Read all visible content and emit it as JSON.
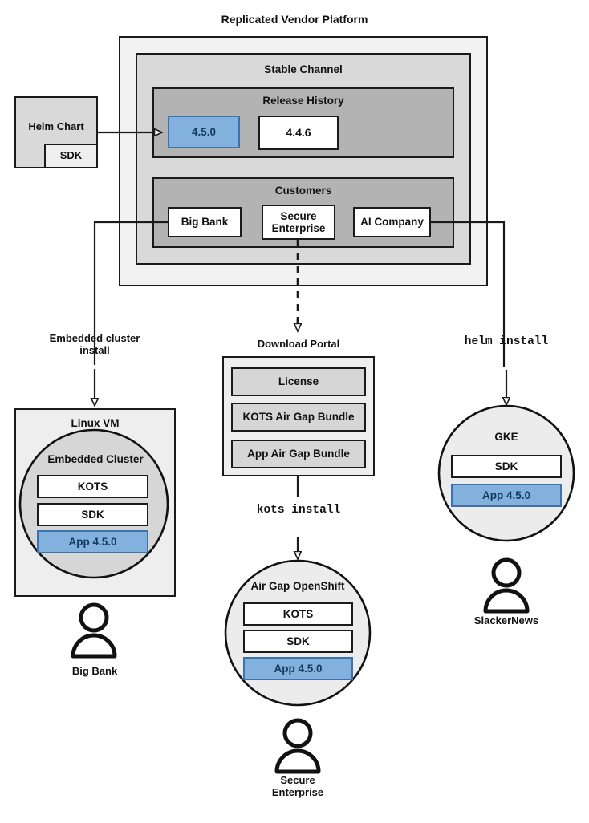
{
  "diagram": {
    "title": "Replicated Vendor Platform",
    "platform": {
      "stable_channel_label": "Stable Channel",
      "release_history": {
        "label": "Release History",
        "releases": [
          {
            "version": "4.5.0",
            "state": "selected"
          },
          {
            "version": "4.4.6",
            "state": "normal"
          }
        ]
      },
      "customers": {
        "label": "Customers",
        "items": [
          {
            "name": "Big Bank"
          },
          {
            "name": "Secure Enterprise"
          },
          {
            "name": "AI Company"
          }
        ]
      }
    },
    "helm_chart": {
      "label": "Helm Chart",
      "sdk_label": "SDK"
    },
    "connector_labels": {
      "embedded_cluster_install": "Embedded cluster install",
      "embedded_cluster_install_line1": "Embedded cluster",
      "embedded_cluster_install_line2": "install",
      "download_portal": "Download Portal",
      "helm_install": "helm install",
      "kots_install": "kots install"
    },
    "download_portal": {
      "title": "Download Portal",
      "artifacts": [
        {
          "label": "License"
        },
        {
          "label": "KOTS Air Gap Bundle"
        },
        {
          "label": "App Air Gap Bundle"
        }
      ]
    },
    "environments": [
      {
        "id": "linux-vm",
        "shape": "rect",
        "title": "Linux VM",
        "inner_title": "Embedded Cluster",
        "components": [
          {
            "label": "KOTS",
            "state": "normal"
          },
          {
            "label": "SDK",
            "state": "normal"
          },
          {
            "label": "App 4.5.0",
            "state": "selected"
          }
        ],
        "actor": "Big Bank"
      },
      {
        "id": "air-gap-openshift",
        "shape": "circle",
        "title": "Air Gap OpenShift",
        "components": [
          {
            "label": "KOTS",
            "state": "normal"
          },
          {
            "label": "SDK",
            "state": "normal"
          },
          {
            "label": "App 4.5.0",
            "state": "selected"
          }
        ],
        "actor_line1": "Secure",
        "actor_line2": "Enterprise"
      },
      {
        "id": "gke",
        "shape": "circle",
        "title": "GKE",
        "components": [
          {
            "label": "SDK",
            "state": "normal"
          },
          {
            "label": "App 4.5.0",
            "state": "selected"
          }
        ],
        "actor": "SlackerNews"
      }
    ],
    "colors": {
      "selected_fill": "#82b1dd",
      "selected_border": "#3d72ab",
      "selected_text": "#14395f",
      "outer_panel": "#f2f2f2",
      "mid_panel": "#d9d9d9",
      "inner_panel": "#b3b3b3",
      "env_fill": "#ececec",
      "artifact_fill": "#d6d6d6",
      "stroke": "#1a1a1a"
    }
  }
}
